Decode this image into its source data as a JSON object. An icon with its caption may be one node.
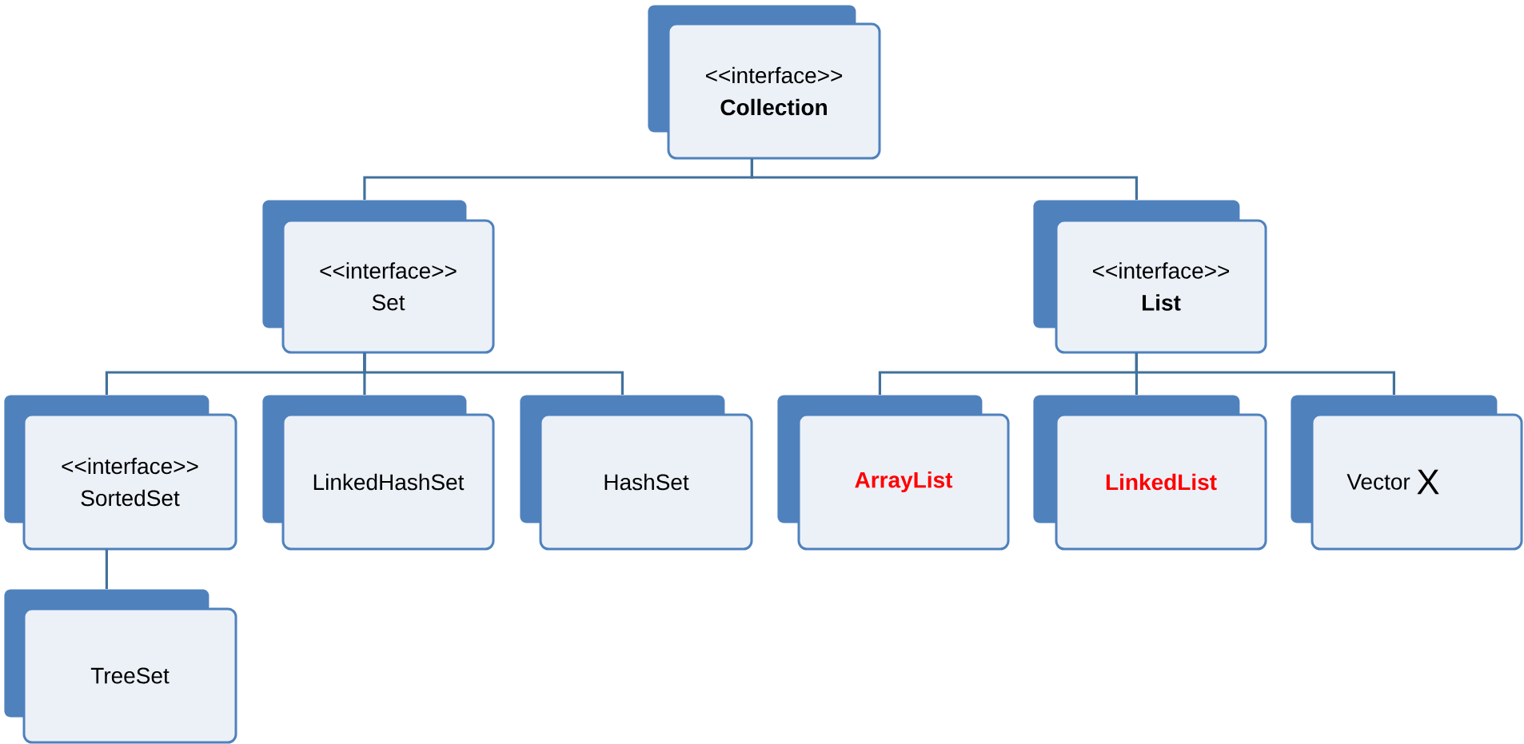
{
  "diagram": {
    "nodes": [
      {
        "text": [
          "<<interface>>",
          "Collection"
        ]
      },
      {
        "text": [
          "<<interface>>",
          "Set"
        ]
      },
      {
        "text": [
          "<<interface>>",
          "List"
        ]
      },
      {
        "text": [
          "<<interface>>",
          "SortedSet"
        ]
      },
      {
        "text": [
          "LinkedHashSet"
        ]
      },
      {
        "text": [
          "HashSet"
        ]
      },
      {
        "text": [
          "ArrayList"
        ]
      },
      {
        "text": [
          "LinkedList"
        ]
      },
      {
        "text": [
          "Vector",
          "X"
        ]
      },
      {
        "text": [
          "TreeSet"
        ]
      }
    ],
    "edges": [
      {
        "from": 0,
        "to": 1,
        "arrow": "none"
      },
      {
        "from": 0,
        "to": 2,
        "arrow": "none"
      },
      {
        "from": 1,
        "to": 3,
        "arrow": "none"
      },
      {
        "from": 1,
        "to": 4,
        "arrow": "none"
      },
      {
        "from": 1,
        "to": 5,
        "arrow": "none"
      },
      {
        "from": 2,
        "to": 6,
        "arrow": "none"
      },
      {
        "from": 2,
        "to": 7,
        "arrow": "none"
      },
      {
        "from": 2,
        "to": 8,
        "arrow": "none"
      },
      {
        "from": 3,
        "to": 9,
        "arrow": "none"
      }
    ]
  }
}
